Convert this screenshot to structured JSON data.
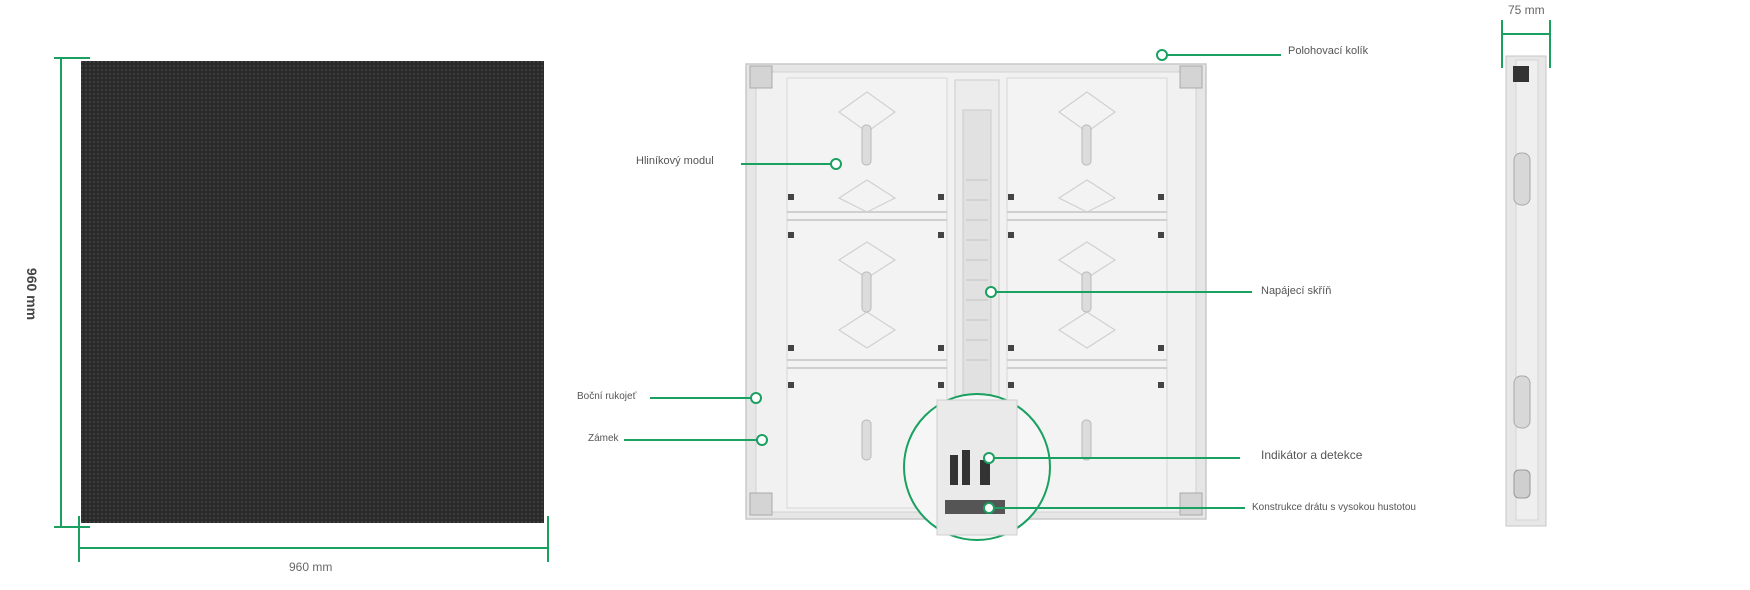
{
  "dimensions": {
    "front_width": "960 mm",
    "front_height": "960 mm",
    "side_depth": "75 mm"
  },
  "callouts": {
    "alignment_pin": "Polohovací kolík",
    "aluminium_module": "Hliníkový modul",
    "power_box": "Napájecí skříň",
    "side_handle": "Boční rukojeť",
    "lock": "Zámek",
    "indicator": "Indikátor a detekce",
    "wire_construction": "Konstrukce drátu s vysokou hustotou"
  },
  "colors": {
    "accent": "#1aa060",
    "panel_dark": "#2b2b2b",
    "panel_frame": "#e2e2e2"
  }
}
